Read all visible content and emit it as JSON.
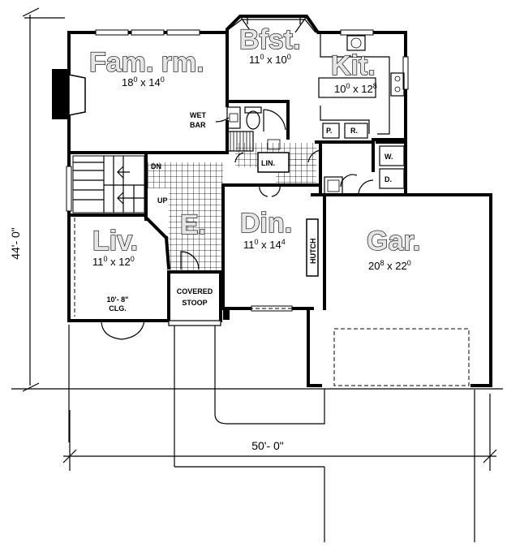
{
  "rooms": {
    "fam": {
      "name": "Fam. rm.",
      "w": "18",
      "wsup": "0",
      "h": "14",
      "hsup": "0"
    },
    "bfst": {
      "name": "Bfst.",
      "w": "11",
      "wsup": "0",
      "h": "10",
      "hsup": "0"
    },
    "kit": {
      "name": "Kit.",
      "w": "10",
      "wsup": "0",
      "h": "12",
      "hsup": "8"
    },
    "liv": {
      "name": "Liv.",
      "w": "11",
      "wsup": "0",
      "h": "12",
      "hsup": "0"
    },
    "ent": {
      "name": "E."
    },
    "din": {
      "name": "Din.",
      "w": "11",
      "wsup": "0",
      "h": "14",
      "hsup": "4"
    },
    "gar": {
      "name": "Gar.",
      "w": "20",
      "wsup": "8",
      "h": "22",
      "hsup": "0"
    }
  },
  "labels": {
    "wet": "WET",
    "bar": "BAR",
    "lin": "LIN.",
    "dn": "DN",
    "up": "UP",
    "p": "P.",
    "r": "R.",
    "w": "W.",
    "d": "D.",
    "hutch": "HUTCH",
    "covered": "COVERED",
    "stoop": "STOOP",
    "clg1": "10'- 8\"",
    "clg2": "CLG."
  },
  "dimensions": {
    "width": "50'- 0\"",
    "depth": "44'- 0\""
  }
}
